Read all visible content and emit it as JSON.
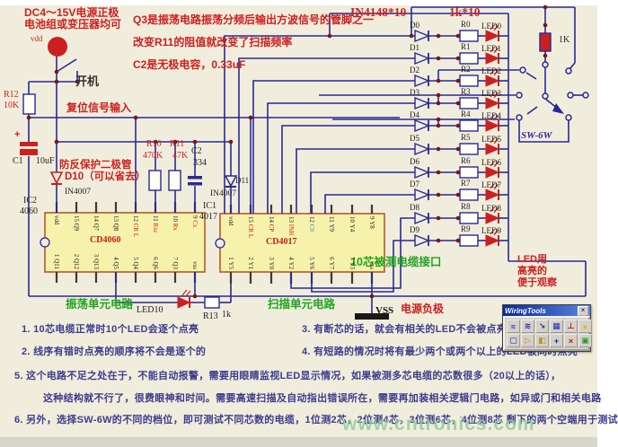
{
  "colors": {
    "wire": "#28289a",
    "accent_red": "#cc2020",
    "green_label": "#1fa51f",
    "note_text": "#3c3c8e",
    "ic_fill": "#f7f2ab",
    "ic_border": "#b5592a",
    "junction_dot": "#7a1515",
    "teal": "#1e9e96",
    "background": "#f1eddc",
    "watermark_green": "#8ecb9b"
  },
  "texts": {
    "pw1": "DC4～15V电源正极",
    "pw2": "电池组或变压器均可",
    "vdd": "vdd",
    "power_on": "开机",
    "reset_in": "复位信号输入",
    "r12": "R12",
    "r12_val": "10K",
    "c1": "C1",
    "c1_val": "10uF",
    "c1_plus": "+",
    "d10_l1": "防反保护二极管",
    "d10_l2": "D10（可以省去）",
    "d10_part": "IN4007",
    "ic2_l1": "IC2",
    "ic2_l2": "4060",
    "r10": "R10",
    "r10_val": "470K",
    "r11": "R11",
    "r11_val": "47K",
    "c2": "C2",
    "c2_val": "334",
    "q3_l1": "Q3是振荡电路振荡分频后输出方波信号的管脚之一",
    "q3_l2": "改变R11的阻值就改变了扫描频率",
    "q3_l3": "C2是无极电容，0.33uF",
    "in4148": "IN4148*10",
    "rk10": "1k*10",
    "r_right": "1K",
    "sw": "SW-6W",
    "ic1_l1": "IC1",
    "ic1_l2": "4017",
    "d11": "D11",
    "d11_part": "IN4007",
    "cable_if": "10芯被测电缆接口",
    "led_n1": "LED用",
    "led_n2": "高亮的",
    "led_n3": "便于观察",
    "osc_unit": "振荡单元电路",
    "led10": "LED10",
    "r13": "R13",
    "r13_val": "1k",
    "scan_unit": "扫描单元电路",
    "vss": "VSS",
    "power_neg": "电源负极",
    "watermark": "www.cntronics.com"
  },
  "notes": {
    "n1": "1. 10芯电缆正常时10个LED会逐个点亮",
    "n2": "2. 线序有错时点亮的顺序将不会是逐个的",
    "n3": "3. 有断芯的话，就会有相关的LED不会被点亮",
    "n4": "4. 有短路的情况时将有最少两个或两个以上的LED被同时点亮",
    "n5a": "5. 这个电路不足之处在于，不能自动报警，需要用眼睛监视LED显示情况，如果被测多芯电缆的芯数很多（20以上的话），",
    "n5b": "这种结构就不行了，很费眼神和时间。需要高速扫描及自动指出错误所在，需要再加装相关逻辑门电路，如异或门和相关电路",
    "n6": "6. 另外，选择SW-6W的不同的档位，即可测试不同芯数的电缆，1位测2芯，2位测4芯，3位测6芯，4位测8芯 剩下的两个空端用于测试"
  },
  "ics": {
    "cd4060": {
      "label": "CD4060",
      "top": [
        {
          "n": "",
          "name": "vdd"
        },
        {
          "n": "15",
          "name": "Q9"
        },
        {
          "n": "14",
          "name": "Q7"
        },
        {
          "n": "13",
          "name": "Q8"
        },
        {
          "n": "12",
          "name": "CR L",
          "c": "red"
        },
        {
          "n": "11",
          "name": "Rxc",
          "c": "red"
        },
        {
          "n": "10",
          "name": "Rx",
          "c": "red"
        },
        {
          "n": "9",
          "name": "Cx",
          "c": "red"
        }
      ],
      "bottom": [
        {
          "n": "1",
          "name": "Q11"
        },
        {
          "n": "2",
          "name": "Q12"
        },
        {
          "n": "3",
          "name": "Q13"
        },
        {
          "n": "4",
          "name": "Q5"
        },
        {
          "n": "5",
          "name": "Q4"
        },
        {
          "n": "6",
          "name": "Q6"
        },
        {
          "n": "7",
          "name": "Q3"
        },
        {
          "n": "",
          "name": "vss"
        }
      ]
    },
    "cd4017": {
      "label": "CD4017",
      "top": [
        {
          "n": "",
          "name": "vdd"
        },
        {
          "n": "15",
          "name": "CR L",
          "c": "red"
        },
        {
          "n": "14",
          "name": "CP",
          "c": "red"
        },
        {
          "n": "13",
          "name": "INH",
          "c": "red"
        },
        {
          "n": "12",
          "name": "C0",
          "c": "teal"
        },
        {
          "n": "11",
          "name": "Y9"
        },
        {
          "n": "10",
          "name": "Y4"
        },
        {
          "n": "9",
          "name": "Y8"
        }
      ],
      "bottom": [
        {
          "n": "1",
          "name": "Y5"
        },
        {
          "n": "2",
          "name": "Y1"
        },
        {
          "n": "3",
          "name": "Y0"
        },
        {
          "n": "4",
          "name": "Y2"
        },
        {
          "n": "5",
          "name": "Y6"
        },
        {
          "n": "6",
          "name": "Y7"
        },
        {
          "n": "7",
          "name": "Y3"
        },
        {
          "n": "",
          "name": "vss"
        }
      ]
    }
  },
  "led_column": {
    "diodes": [
      "D0",
      "D1",
      "D2",
      "D3",
      "D4",
      "D5",
      "D6",
      "D7",
      "D8",
      "D9"
    ],
    "resistors": [
      "R0",
      "R1",
      "R2",
      "R3",
      "R4",
      "R5",
      "R6",
      "R7",
      "R8",
      "R9"
    ],
    "leds": [
      "LED0",
      "LED1",
      "LED2",
      "LED3",
      "LED4",
      "LED5",
      "LED6",
      "LED7",
      "LED8",
      "LED9"
    ]
  },
  "wiring_tools": {
    "title": "WiringTools",
    "close": "×",
    "icons": [
      {
        "name": "wire-tool",
        "g": "≈",
        "c": "#2020c0"
      },
      {
        "name": "bus-tool",
        "g": "≋",
        "c": "#2020c0"
      },
      {
        "name": "pen-tool",
        "g": "↘",
        "c": "#203080"
      },
      {
        "name": "net-label-tool",
        "g": "▦",
        "c": "#2020c0"
      },
      {
        "name": "ground-tool",
        "g": "⊥",
        "c": "#c02020"
      },
      {
        "name": "node-tool",
        "g": "●",
        "c": "#d8b820"
      },
      {
        "name": "part-tool",
        "g": "▢",
        "c": "#2020c0"
      },
      {
        "name": "port-tool",
        "g": "▷",
        "c": "#c09020"
      },
      {
        "name": "power-port-tool",
        "g": "◧",
        "c": "#c09020"
      },
      {
        "name": "probe-tool",
        "g": "+",
        "c": "#2020c0"
      },
      {
        "name": "no-erc-tool",
        "g": "×",
        "c": "#c01010"
      },
      {
        "name": "annotate-tool",
        "g": "▣",
        "c": "#20a020"
      }
    ]
  }
}
